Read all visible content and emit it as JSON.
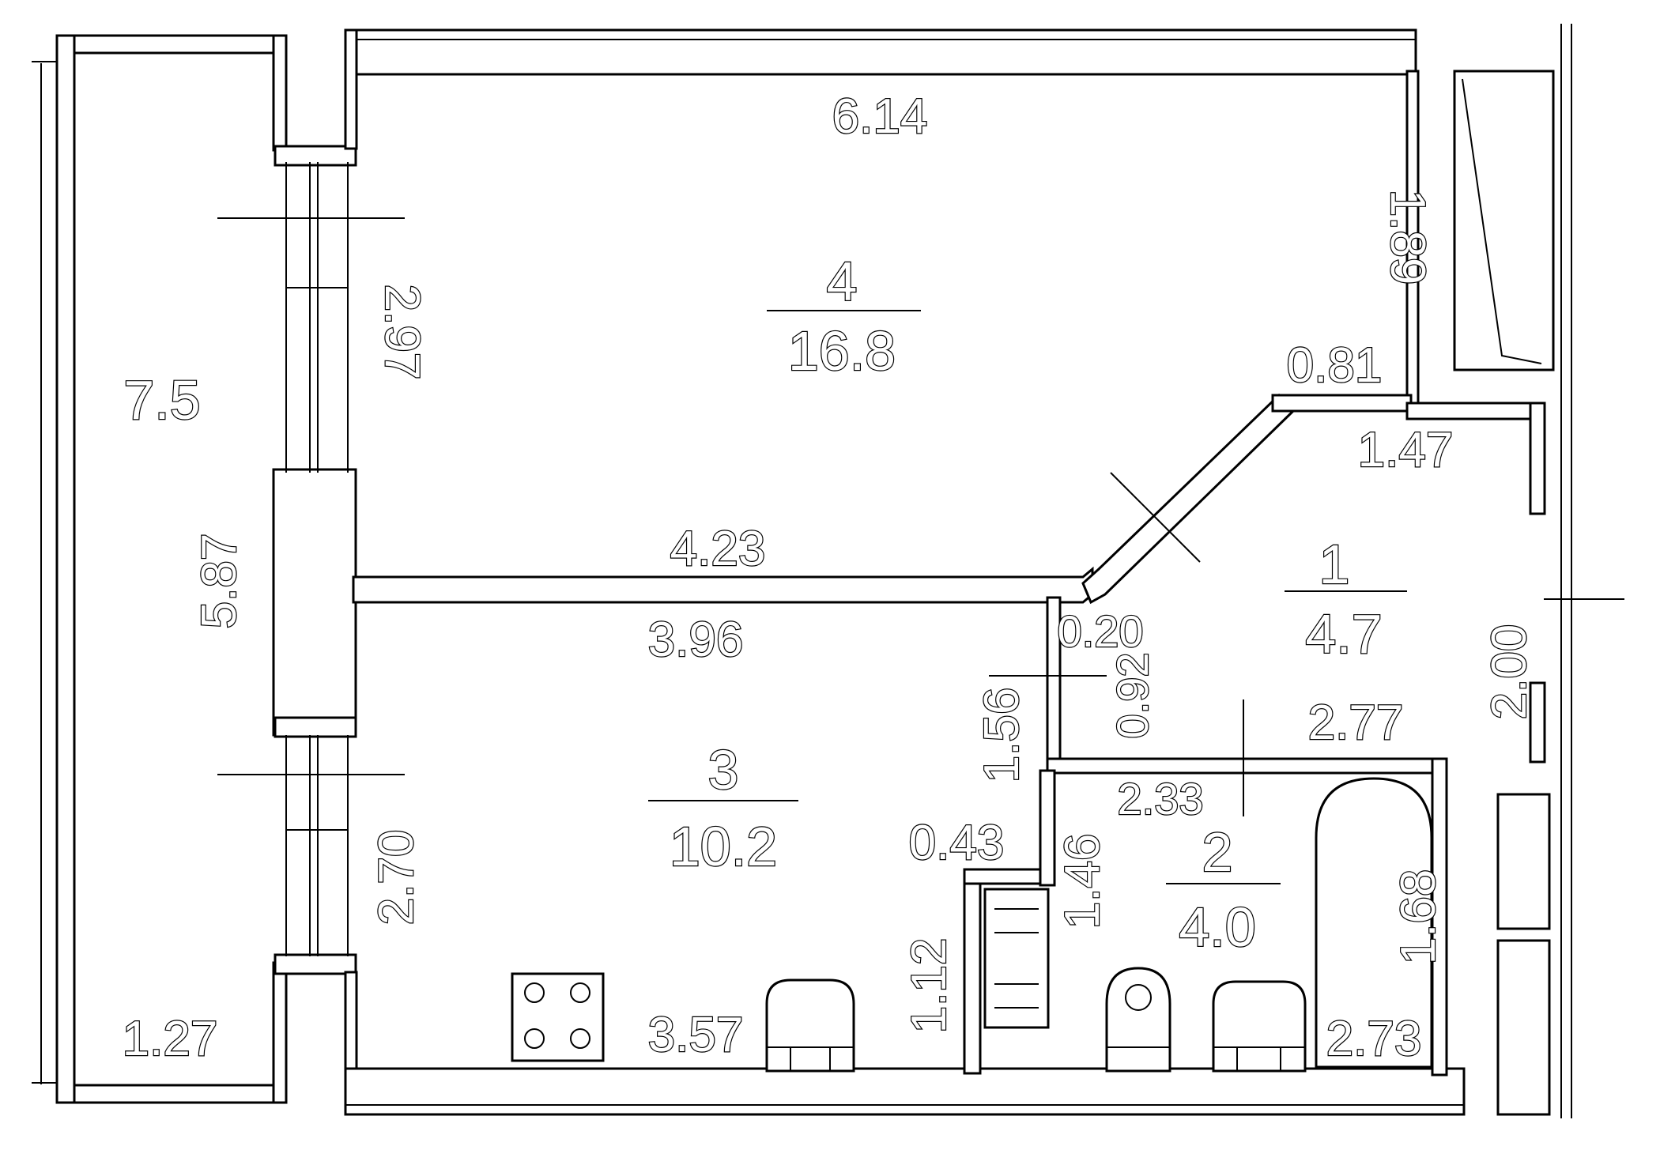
{
  "rooms": [
    {
      "number": "4",
      "area": "16.8"
    },
    {
      "number": "3",
      "area": "10.2"
    },
    {
      "number": "1",
      "area": "4.7"
    },
    {
      "number": "2",
      "area": "4.0"
    }
  ],
  "balcony_area": "7.5",
  "dimensions": {
    "top_width": "6.14",
    "right_upper": "1.89",
    "notch_width": "0.81",
    "hall_width": "1.47",
    "wall_room4": "4.23",
    "wall_room3": "3.96",
    "window_upper": "2.97",
    "facade_height": "5.87",
    "window_lower": "2.70",
    "balcony_width": "1.27",
    "corridor_top": "0.20",
    "corridor_side": "0.92",
    "kitchen_side": "1.56",
    "kitchen_niche": "0.43",
    "kitchen_bottom": "1.12",
    "kitchen_length": "3.57",
    "bath_side": "1.46",
    "bath_top": "2.33",
    "hall_bottom": "2.77",
    "entrance": "2.00",
    "tub_length": "1.68",
    "bath_bottom": "2.73"
  }
}
